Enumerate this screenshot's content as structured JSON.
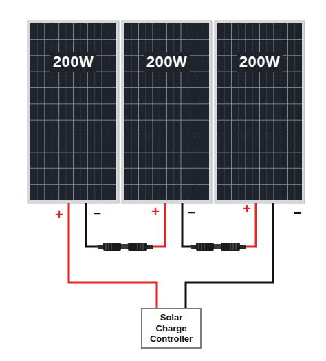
{
  "diagram": {
    "nodes": [
      {
        "text": [
          "200W"
        ]
      },
      {
        "text": [
          "200W"
        ]
      },
      {
        "text": [
          "200W"
        ]
      },
      {
        "text": [
          "Solar Charge Controller"
        ]
      }
    ],
    "edges": [
      {
        "from": 0,
        "to": 1,
        "arrow": "none"
      },
      {
        "from": 1,
        "to": 2,
        "arrow": "none"
      },
      {
        "from": 0,
        "to": 3,
        "arrow": "none"
      },
      {
        "from": 2,
        "to": 3,
        "arrow": "none"
      }
    ],
    "labels": [
      "+",
      "−",
      "+",
      "−",
      "+",
      "−"
    ]
  }
}
